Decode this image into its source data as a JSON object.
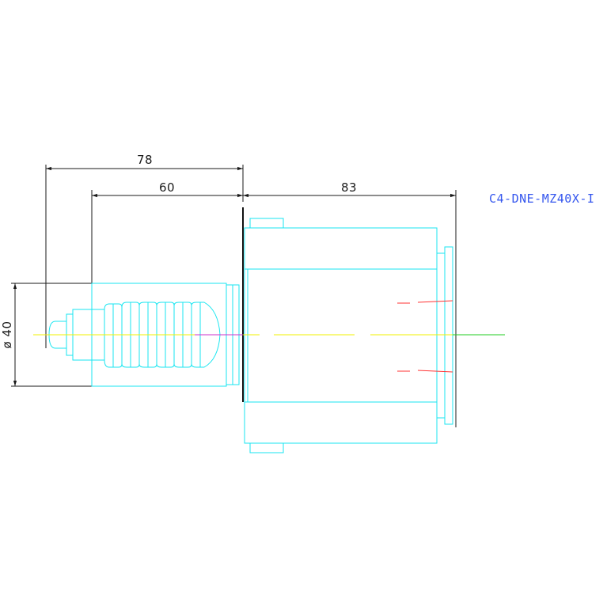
{
  "drawing": {
    "part_label": "C4-DNE-MZ40X-I",
    "dimensions": {
      "overall_shank": "78",
      "shank_body": "60",
      "head_length": "83",
      "diameter": "ø 40"
    },
    "colors": {
      "background": "#ffffff",
      "outline": "#19e6f0",
      "dimension": "#1a1a1a",
      "label": "#3355ee",
      "centerline": "#f2f200",
      "axis_green": "#22cc22",
      "axis_magenta": "#cc33cc",
      "marker_red": "#ff3333"
    }
  }
}
